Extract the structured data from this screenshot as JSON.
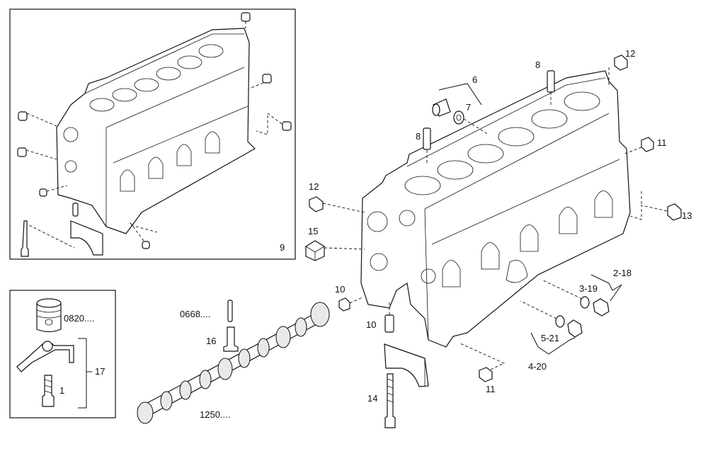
{
  "labels": {
    "inset_block": "9",
    "plug_top": "12",
    "dowel_top": "8",
    "group_6": "6",
    "washer_7": "7",
    "dowel_mid": "8",
    "plug_right": "11",
    "plug_left": "12",
    "plug_13": "13",
    "plug_15": "15",
    "group_2_18": "2-18",
    "item_3_19": "3-19",
    "plug_front": "10",
    "item_5_21": "5-21",
    "group_4_20": "4-20",
    "bushing_10": "10",
    "plug_bottom": "11",
    "bolt_14": "14",
    "piston_code": "0820....",
    "group_17": "17",
    "bolt_1": "1",
    "pushrod_code": "0668....",
    "tappet_16": "16",
    "camshaft_code": "1250...."
  }
}
